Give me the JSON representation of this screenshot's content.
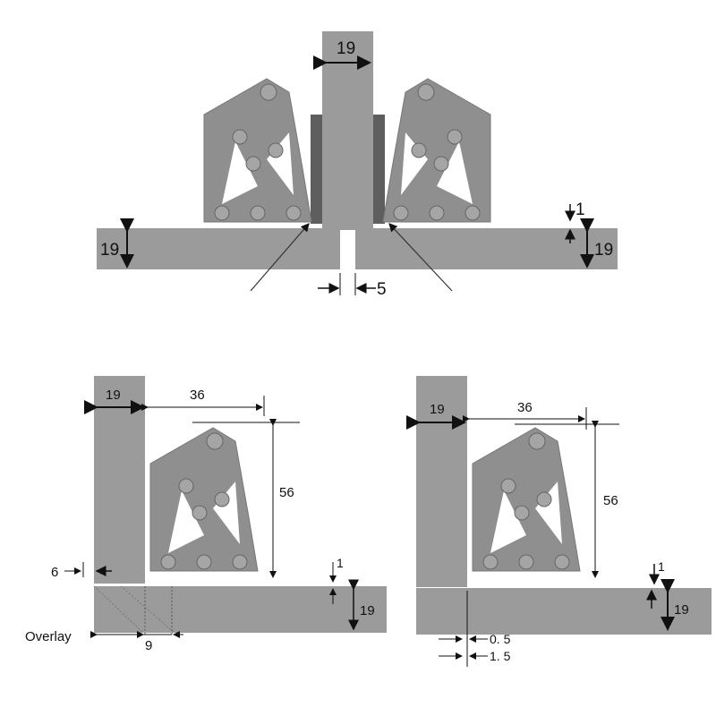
{
  "colors": {
    "panel": "#9b9b9b",
    "hinge": "#8f8f8f",
    "strip": "#5e5e5e",
    "line": "#111111"
  },
  "top_view": {
    "door_thickness": "19",
    "left_panel_thickness": "19",
    "right_panel_thickness": "19",
    "step": "1",
    "gap": "5"
  },
  "overlay_view": {
    "door_thickness": "19",
    "width": "36",
    "height": "56",
    "offset": "6",
    "step": "1",
    "panel_thickness": "19",
    "overlay_label": "Overlay",
    "overlay_value": "9"
  },
  "inset_view": {
    "door_thickness": "19",
    "width": "36",
    "height": "56",
    "step": "1",
    "panel_thickness": "19",
    "gap_small": "0. 5",
    "gap_large": "1. 5"
  }
}
